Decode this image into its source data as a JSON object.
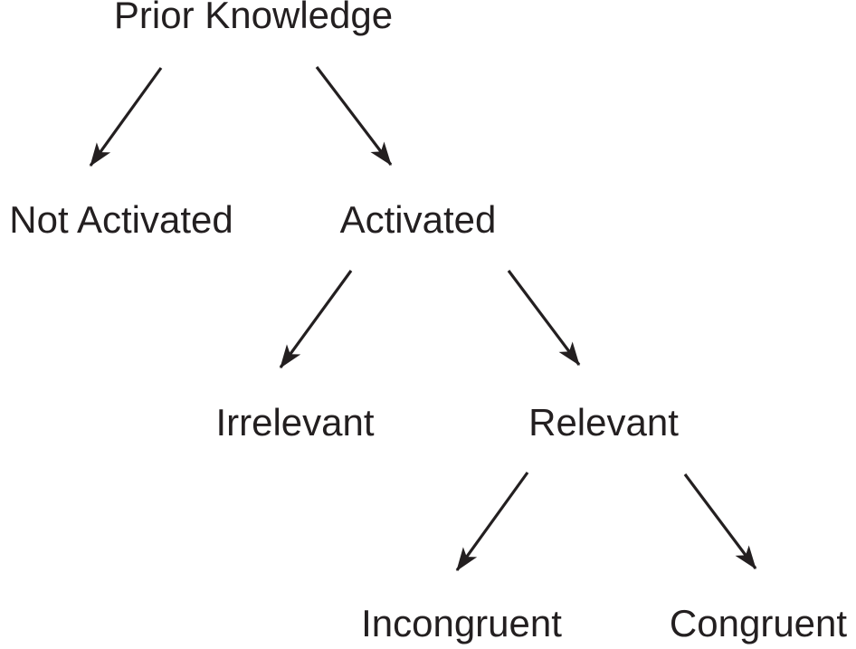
{
  "diagram": {
    "type": "tree",
    "colors": {
      "ink": "#231f20",
      "background": "#ffffff"
    },
    "nodes": [
      {
        "id": "prior-knowledge",
        "label": "Prior Knowledge",
        "level": 0
      },
      {
        "id": "not-activated",
        "label": "Not Activated",
        "level": 1
      },
      {
        "id": "activated",
        "label": "Activated",
        "level": 1
      },
      {
        "id": "irrelevant",
        "label": "Irrelevant",
        "level": 2
      },
      {
        "id": "relevant",
        "label": "Relevant",
        "level": 2
      },
      {
        "id": "incongruent",
        "label": "Incongruent",
        "level": 3
      },
      {
        "id": "congruent",
        "label": "Congruent",
        "level": 3
      }
    ],
    "edges": [
      {
        "from": "prior-knowledge",
        "to": "not-activated"
      },
      {
        "from": "prior-knowledge",
        "to": "activated"
      },
      {
        "from": "activated",
        "to": "irrelevant"
      },
      {
        "from": "activated",
        "to": "relevant"
      },
      {
        "from": "relevant",
        "to": "incongruent"
      },
      {
        "from": "relevant",
        "to": "congruent"
      }
    ]
  }
}
